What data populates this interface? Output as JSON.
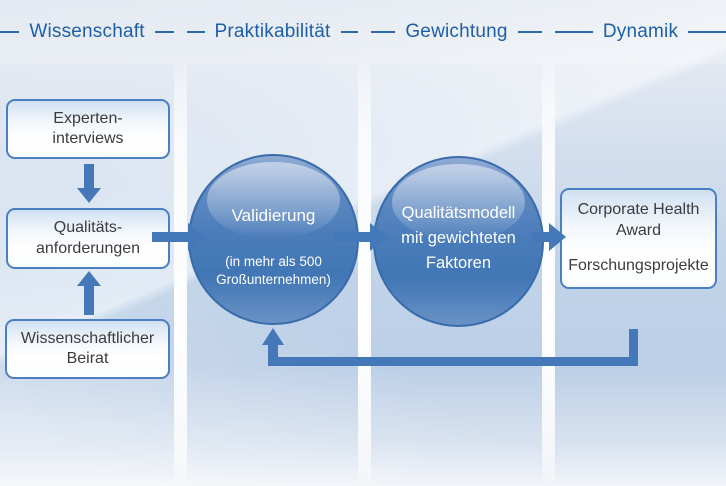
{
  "diagram": {
    "phases": [
      {
        "label": "Wissenschaft"
      },
      {
        "label": "Praktikabilität"
      },
      {
        "label": "Gewichtung"
      },
      {
        "label": "Dynamik"
      }
    ],
    "nodes": {
      "experten": {
        "text": "Experten-\ninterviews"
      },
      "anforderungen": {
        "text": "Qualitäts-\nanforderungen"
      },
      "beirat": {
        "text": "Wissenschaftlicher\nBeirat"
      },
      "validierung": {
        "title": "Validierung",
        "note": "(in mehr als 500\nGroßunternehmen)"
      },
      "qualitaetsmodell": {
        "text": "Qualitätsmodell\nmit gewichteten\nFaktoren"
      },
      "award": {
        "title": "Corporate Health\nAward",
        "subtitle": "Forschungsprojekte"
      }
    },
    "colors": {
      "phase_label": "#1d5fa8",
      "phase_line": "#2c69af",
      "arrow": "#4478b8",
      "node_border": "#4a80c1",
      "node_text": "#3b3c3e",
      "circle_border": "#396cab",
      "circle_fill": "#4a7cba",
      "circle_text": "#ffffff",
      "column_band": "#bccfe7"
    }
  }
}
